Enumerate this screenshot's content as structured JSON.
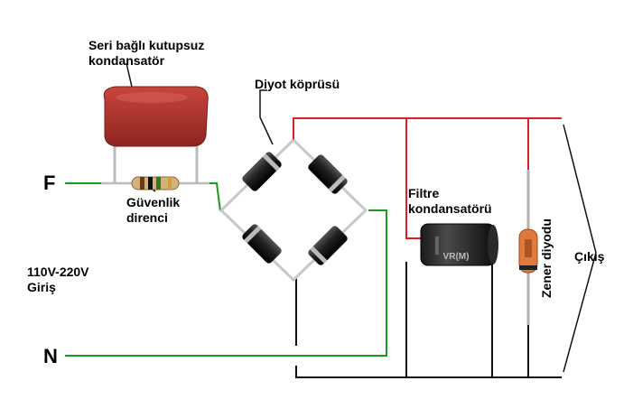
{
  "labels": {
    "cap_line1": "Seri bağlı kutupsuz",
    "cap_line2": "kondansatör",
    "bridge": "Diyot köprüsü",
    "filter_line1": "Filtre",
    "filter_line2": "kondansatörü",
    "resistor_line1": "Güvenlik",
    "resistor_line2": "direnci",
    "zener": "Zener diyodu",
    "output": "Çıkış",
    "input_line1": "110V-220V",
    "input_line2": "Giriş",
    "terminal_f": "F",
    "terminal_n": "N",
    "capacitor_print": "VR(M)"
  },
  "colors": {
    "phase_wire": "#1a9a1a",
    "positive_wire": "#e02020",
    "negative_wire": "#111111",
    "capacitor_body": "#b8322c",
    "zener_body": "#e07a3c"
  }
}
